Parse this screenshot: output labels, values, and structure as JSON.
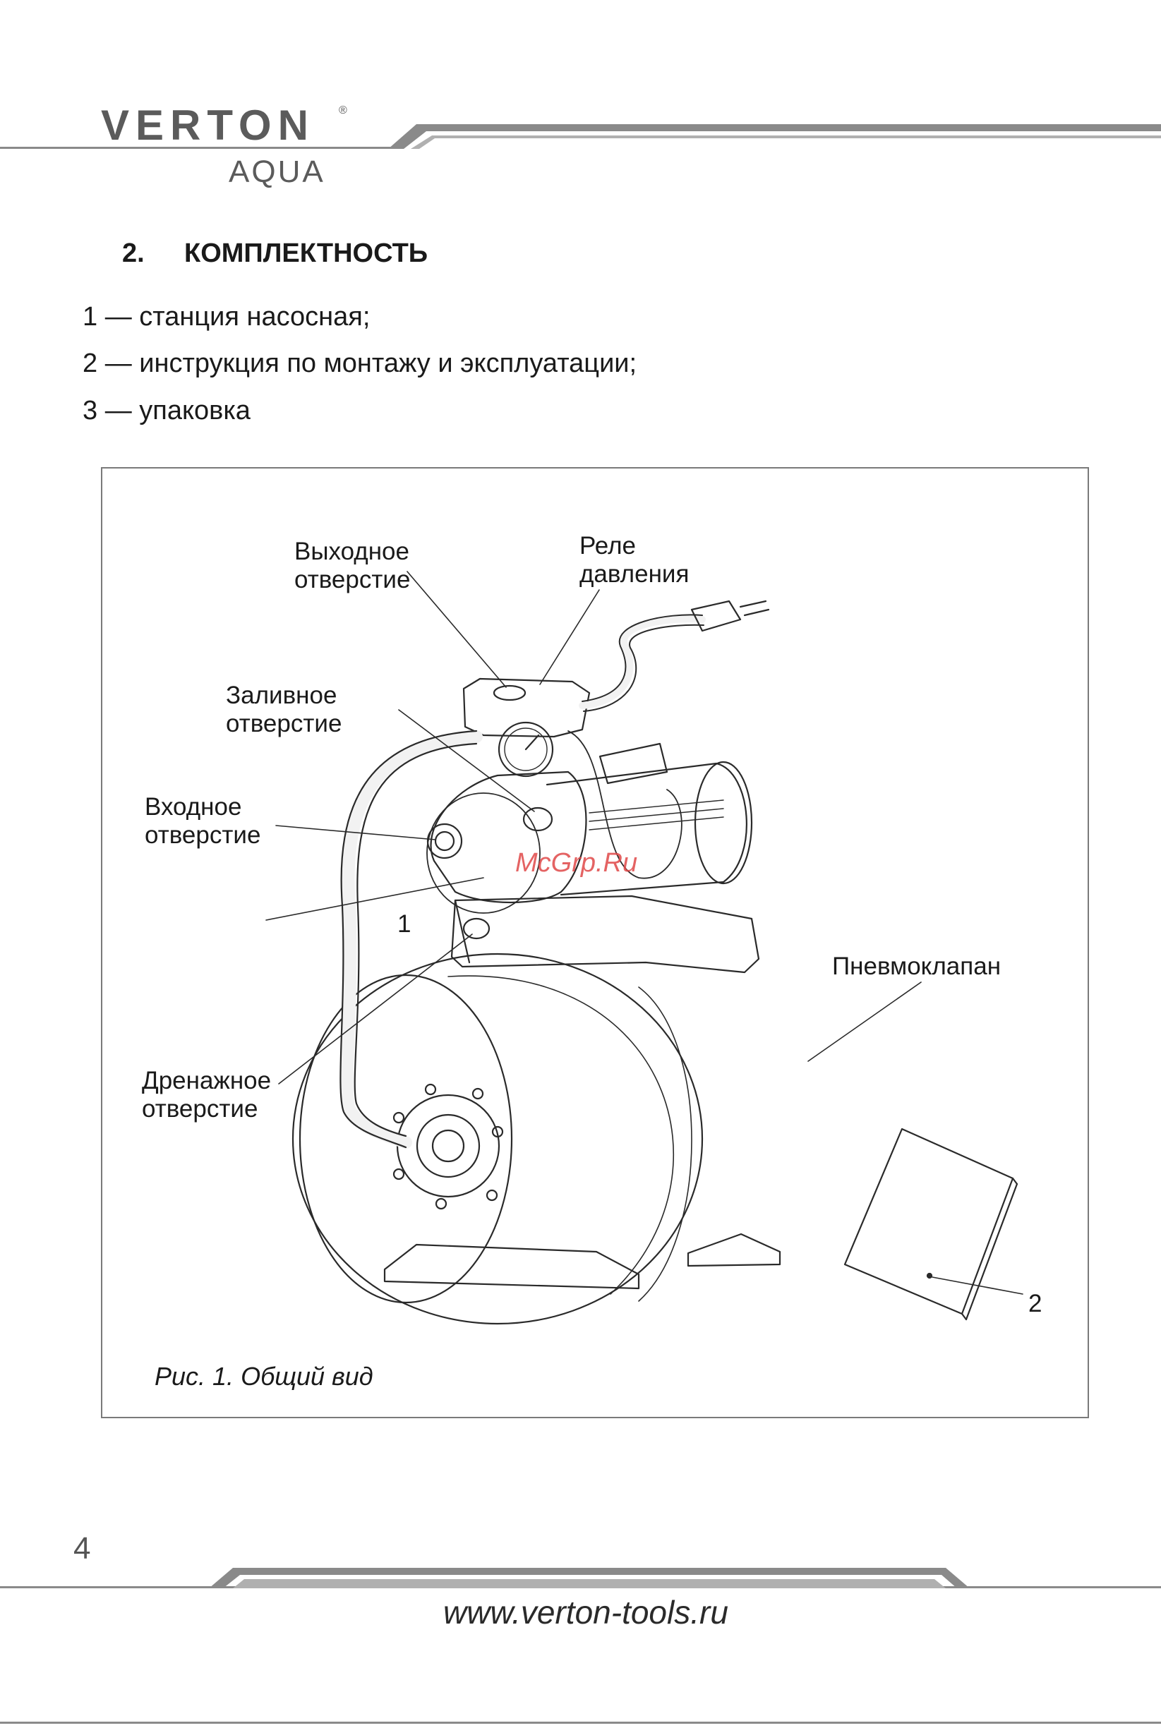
{
  "header": {
    "brand": "VERTON",
    "brand_registered": "®",
    "brand_sub": "AQUA"
  },
  "section": {
    "number": "2.",
    "title": "КОМПЛЕКТНОСТЬ"
  },
  "contents_list": [
    "1 — станция насосная;",
    "2 — инструкция по монтажу и эксплуатации;",
    "3 — упаковка"
  ],
  "figure": {
    "callouts": {
      "outlet": "Выходное\nотверстие",
      "pressure_relay": "Реле\nдавления",
      "filler": "Заливное\nотверстие",
      "inlet": "Входное\nотверстие",
      "drain": "Дренажное\nотверстие",
      "pneumo_valve": "Пневмоклапан",
      "item_1": "1",
      "item_2": "2"
    },
    "caption": "Рис. 1. Общий вид",
    "watermark": "McGrp.Ru"
  },
  "footer": {
    "page_number": "4",
    "url": "www.verton-tools.ru"
  },
  "colors": {
    "brand_gray": "#5b5b5b",
    "rule_gray": "#8a8a8a",
    "watermark_red": "#e04848"
  }
}
